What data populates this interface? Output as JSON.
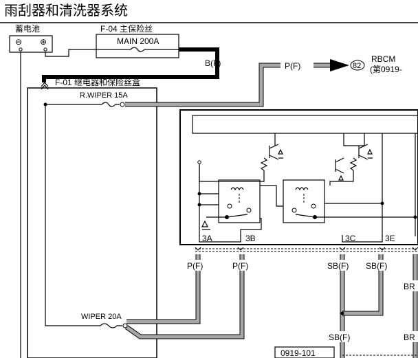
{
  "title": "雨刮器和清洗器系统",
  "battery": {
    "label": "蓄电池",
    "neg": "⊖",
    "pos": "⊕"
  },
  "main_fuse": {
    "box_label": "F-04 主保险丝",
    "fuse_label": "MAIN 200A"
  },
  "wire_bf": "B(F)",
  "wire_pf_top": "P(F)",
  "rbcm": {
    "number": "82",
    "name": "RBCM",
    "ref": "(第0919-"
  },
  "relay_box": {
    "label": "F-01 继电器和保险丝盒",
    "fuse_rwiper": "R.WIPER 15A",
    "fuse_wiper": "WIPER 20A"
  },
  "connectors": {
    "c3a": "3A",
    "c3b": "3B",
    "c3c": "3C",
    "c3e": "3E"
  },
  "wires": {
    "pf1": "P(F)",
    "pf2": "P(F)",
    "sbf1": "SB(F)",
    "sbf2": "SB(F)",
    "sbf3": "SB(F)",
    "br1": "BR",
    "br2": "BR"
  },
  "ref_box": "0919-101"
}
